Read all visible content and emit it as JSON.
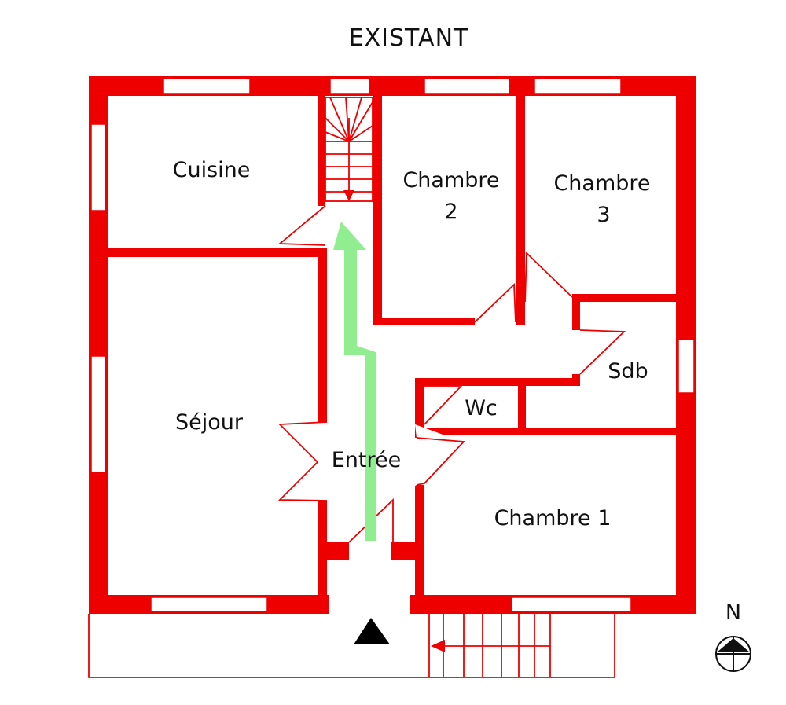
{
  "title": "EXISTANT",
  "rooms": {
    "cuisine": "Cuisine",
    "chambre2_line1": "Chambre",
    "chambre2_line2": "2",
    "chambre3_line1": "Chambre",
    "chambre3_line2": "3",
    "sejour": "Séjour",
    "entree": "Entrée",
    "wc": "Wc",
    "sdb": "Sdb",
    "chambre1": "Chambre 1"
  },
  "compass": {
    "label": "N"
  },
  "colors": {
    "wall": "#ee0000",
    "circulation_arrow": "#90ee90",
    "entrance_marker": "#000000"
  },
  "icons": {
    "entrance": "triangle-up",
    "compass": "north-arrow-icon"
  }
}
